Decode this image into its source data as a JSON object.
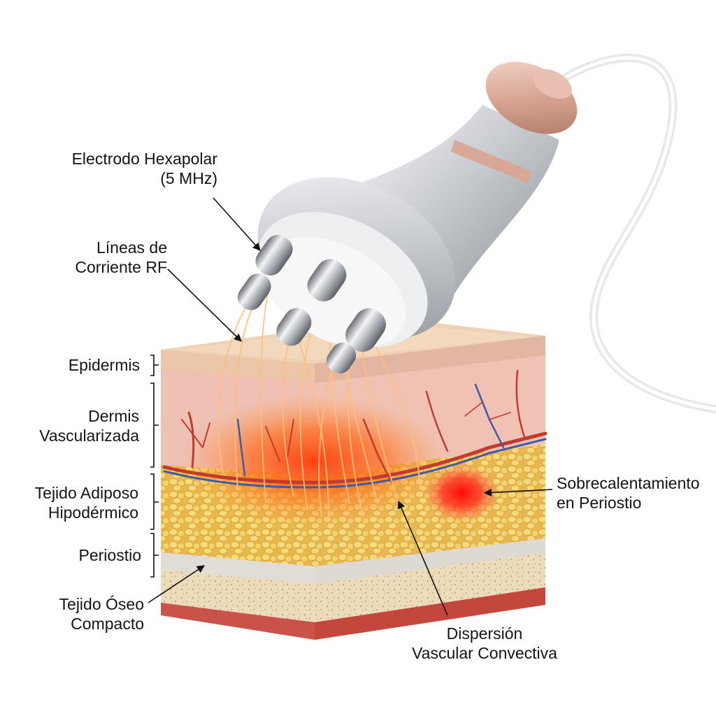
{
  "labels": {
    "electrode": [
      "Electrodo Hexapolar",
      "(5 MHz)"
    ],
    "rf_lines": [
      "Líneas de",
      "Corriente RF"
    ],
    "epidermis": [
      "Epidermis"
    ],
    "dermis": [
      "Dermis",
      "Vascularizada"
    ],
    "adipose": [
      "Tejido Adiposo",
      "Hipodérmico"
    ],
    "periosteum": [
      "Periostio"
    ],
    "bone": [
      "Tejido Óseo",
      "Compacto"
    ],
    "overheating": [
      "Sobrecalentamiento",
      "en Periostio"
    ],
    "dispersion": [
      "Dispersión",
      "Vascular Convectiva"
    ]
  },
  "colors": {
    "epidermis": "#e9c6a6",
    "dermis": "#e9b3b0",
    "fat": "#f2cf5c",
    "periosteum": "#dcd8d2",
    "bone": "#ead8b4",
    "muscle": "#c9534a",
    "heat": "#ff4a10",
    "hotspot": "#ff1a10",
    "vessel_red": "#c23b2c",
    "vessel_blue": "#3d5aa8",
    "handpiece": "#c9ccd1",
    "rose_gold": "#d8a595",
    "current_line": "#ffb25a"
  },
  "icons": [
    "handpiece-icon",
    "electrode-tip-icon",
    "cable-icon",
    "tissue-block-icon"
  ]
}
